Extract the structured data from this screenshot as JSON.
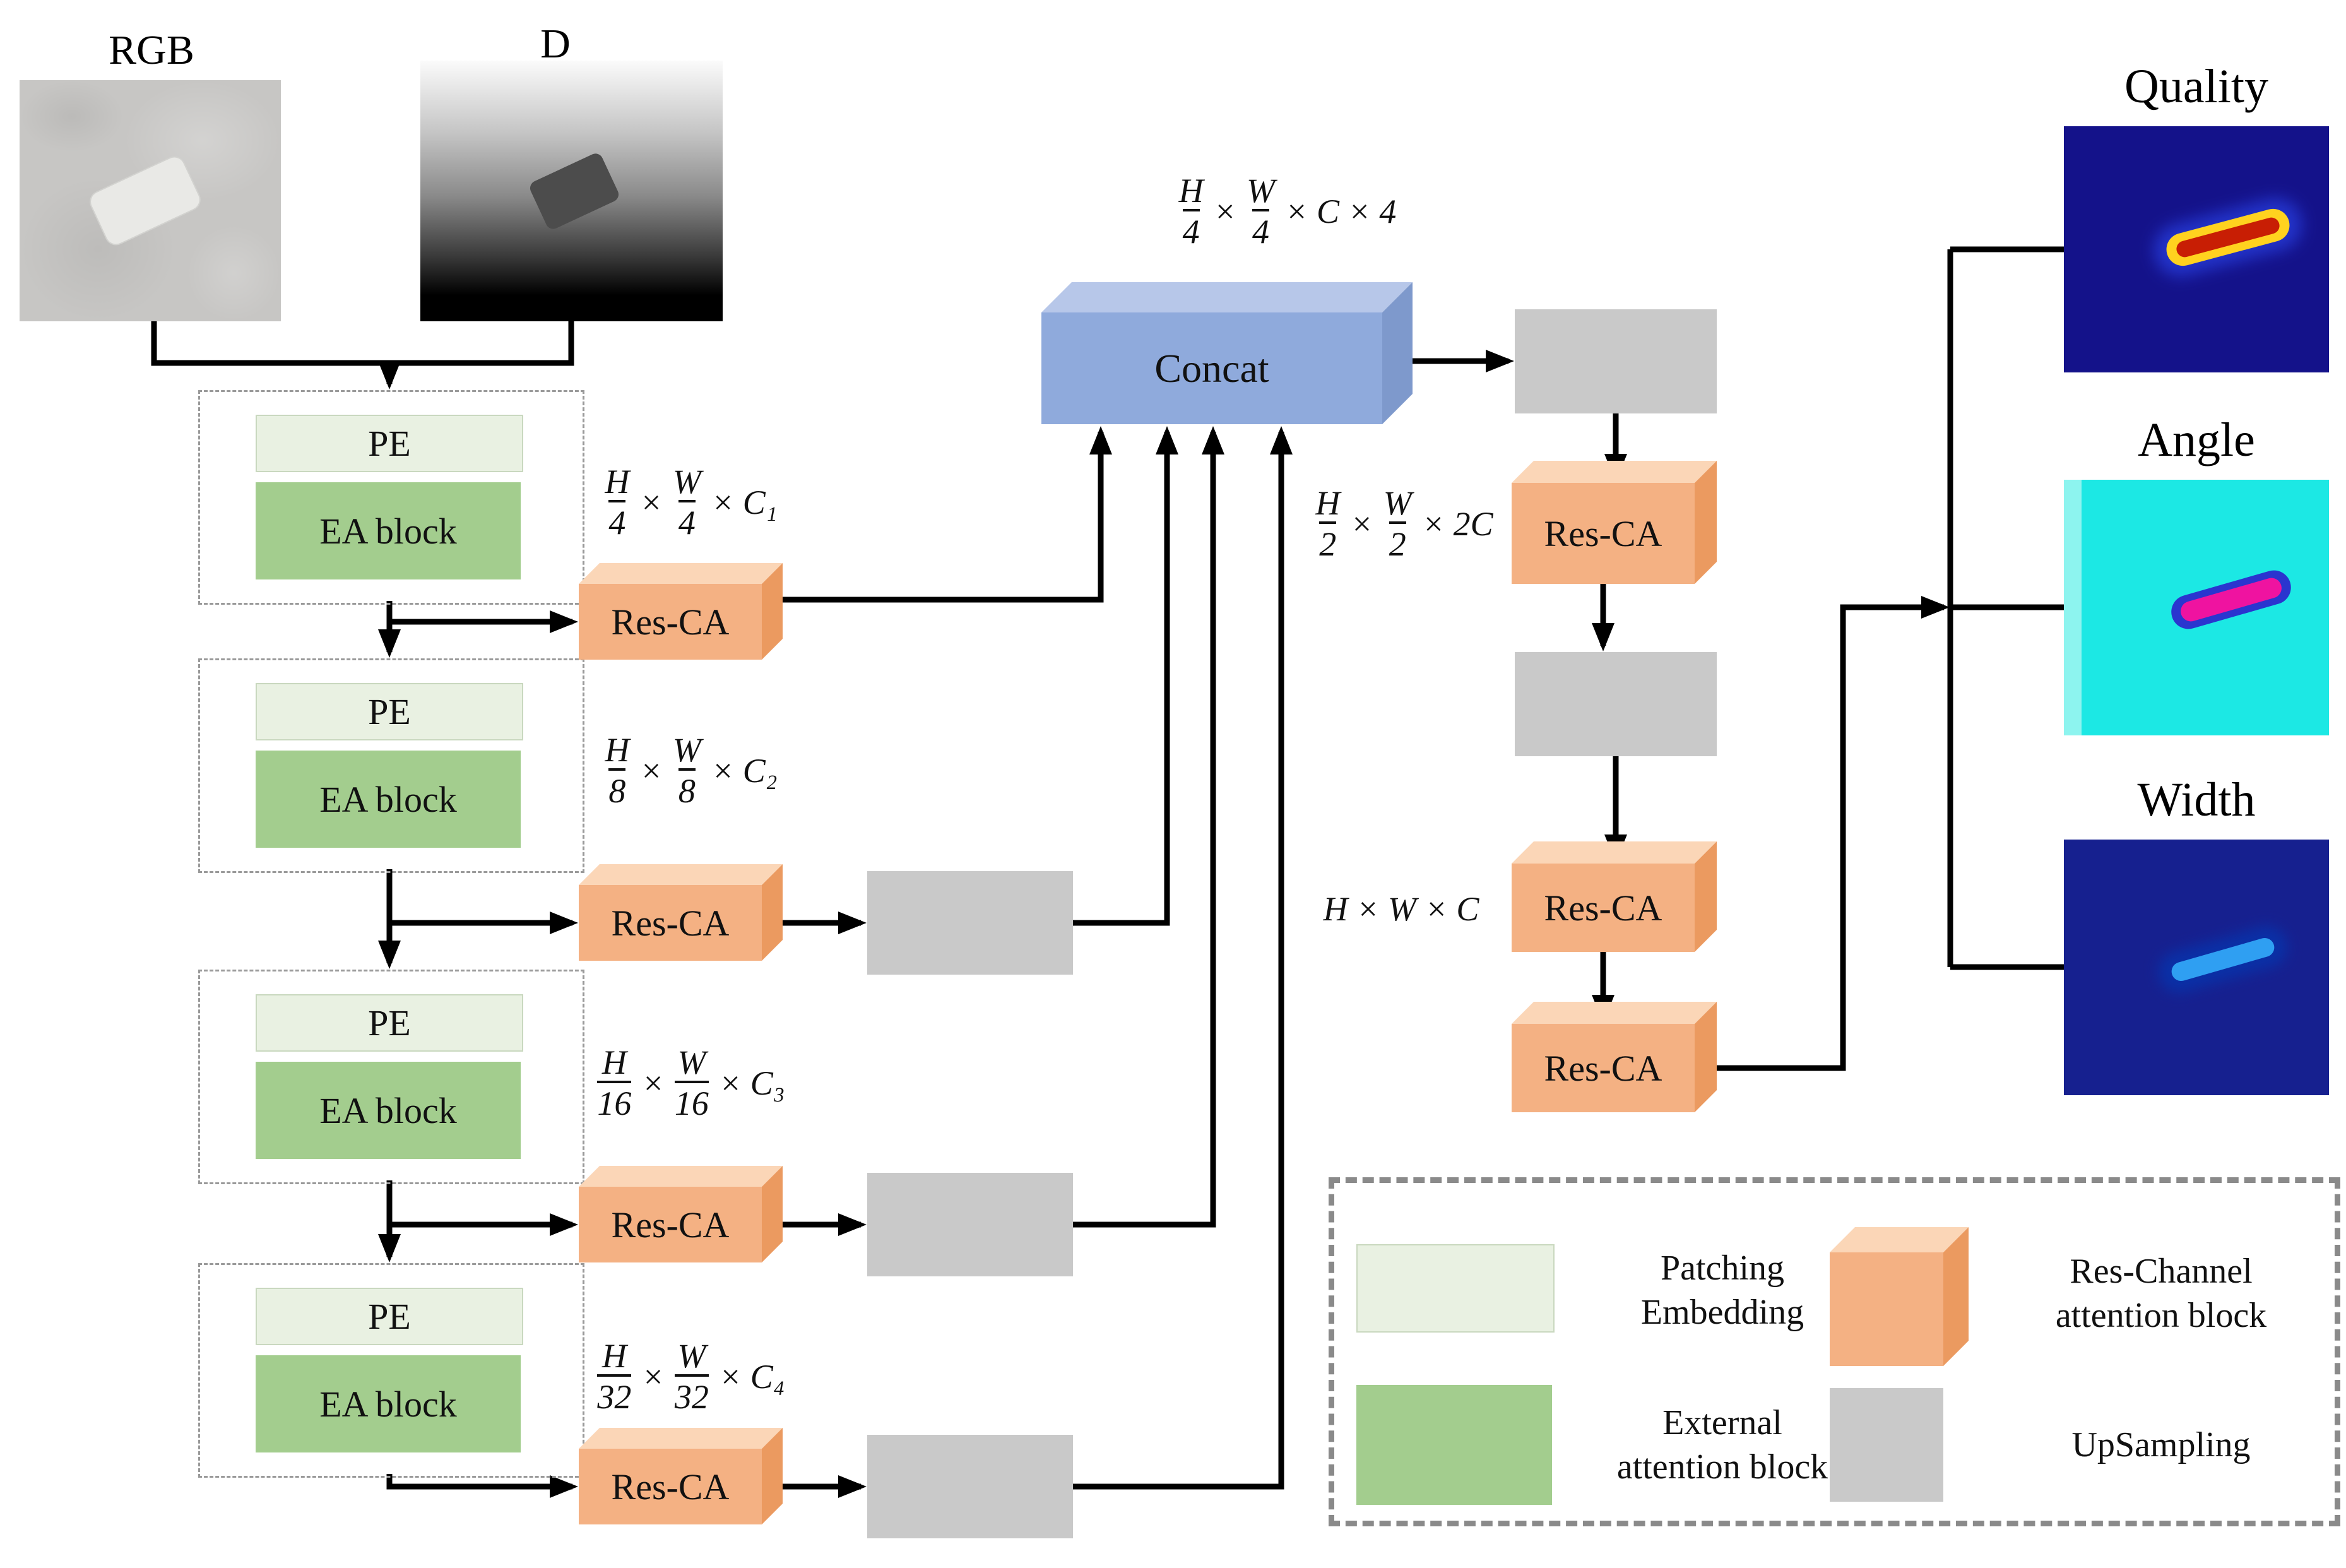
{
  "inputs": {
    "rgb_label": "RGB",
    "d_label": "D"
  },
  "encoder": {
    "pe_label": "PE",
    "ea_label": "EA block",
    "stages": [
      {
        "dim": {
          "n1": "H",
          "d1": "4",
          "n2": "W",
          "d2": "4",
          "rest": "× C₁"
        }
      },
      {
        "dim": {
          "n1": "H",
          "d1": "8",
          "n2": "W",
          "d2": "8",
          "rest": "× C₂"
        }
      },
      {
        "dim": {
          "n1": "H",
          "d1": "16",
          "n2": "W",
          "d2": "16",
          "rest": "× C₃"
        }
      },
      {
        "dim": {
          "n1": "H",
          "d1": "32",
          "n2": "W",
          "d2": "32",
          "rest": "× C₄"
        }
      }
    ]
  },
  "times": "×",
  "concat": {
    "label": "Concat",
    "dim": {
      "n1": "H",
      "d1": "4",
      "n2": "W",
      "d2": "4",
      "rest": "× C × 4"
    }
  },
  "res_ca_label": "Res-CA",
  "decoder": {
    "dim_mid": {
      "n1": "H",
      "d1": "2",
      "n2": "W",
      "d2": "2",
      "rest": "× 2C"
    },
    "dim_full": "H × W × C"
  },
  "outputs": [
    {
      "label": "Quality"
    },
    {
      "label": "Angle"
    },
    {
      "label": "Width"
    }
  ],
  "legend": {
    "patching": {
      "l1": "Patching",
      "l2": "Embedding"
    },
    "res_channel": {
      "l1": "Res-Channel",
      "l2": "attention block"
    },
    "external": {
      "l1": "External",
      "l2": "attention block"
    },
    "upsampling": "UpSampling"
  },
  "colors": {
    "pe_fill": "#e9f1e2",
    "ea_fill": "#a3cd8e",
    "resca_front": "#f4b183",
    "resca_top": "#fbd6b7",
    "resca_side": "#eb9a60",
    "concat_front": "#8faadc",
    "concat_top": "#b7c7e9",
    "concat_side": "#7e99cc",
    "upsampling_gray": "#c9c9c9",
    "quality_bg": "#14128a",
    "angle_bg": "#1ce8e4",
    "width_bg": "#16208f",
    "quality_blob_core": "#c81e04",
    "quality_blob_ring": "#ffd21f",
    "angle_blob_core": "#ef13a0",
    "angle_blob_outline": "#2a35cf",
    "width_blob_core": "#2f9ff2",
    "line_color": "#000000"
  }
}
